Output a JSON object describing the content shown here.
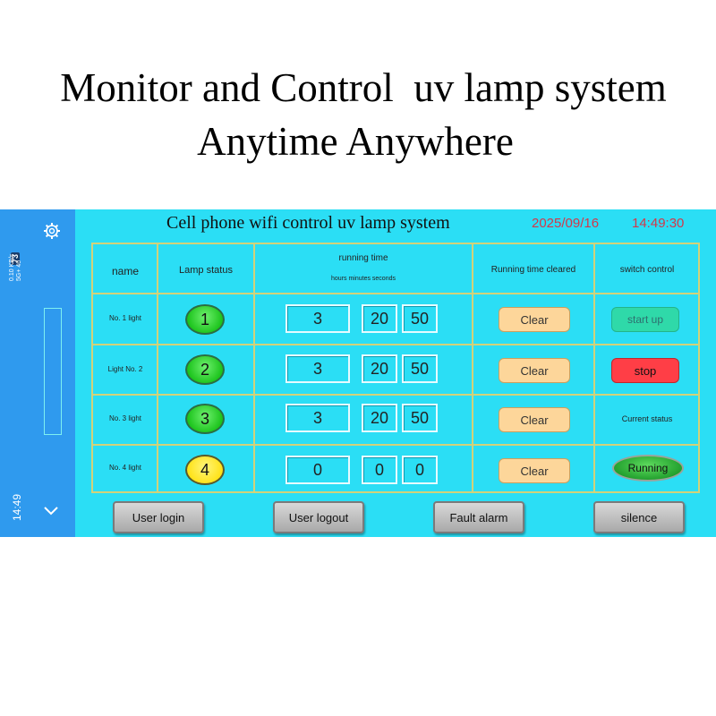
{
  "headline": {
    "line1": "Monitor and Control  uv lamp system",
    "line2": "Anytime Anywhere"
  },
  "statusbar": {
    "battery": "73",
    "network": "0.10 KB/s",
    "network2": "5G+ 46",
    "time": "14:49"
  },
  "app": {
    "title": "Cell phone wifi control uv lamp system",
    "date": "2025/09/16",
    "time": "14:49:30"
  },
  "table": {
    "headers": {
      "name": "name",
      "lamp_status": "Lamp status",
      "running_time": "running time",
      "running_time_units": "hours minutes seconds",
      "cleared": "Running time cleared",
      "switch": "switch control"
    },
    "rows": [
      {
        "name": "No. 1 light",
        "lamp": "1",
        "lamp_color": "green",
        "hours": "3",
        "minutes": "20",
        "seconds": "50",
        "clear": "Clear"
      },
      {
        "name": "Light No. 2",
        "lamp": "2",
        "lamp_color": "green",
        "hours": "3",
        "minutes": "20",
        "seconds": "50",
        "clear": "Clear"
      },
      {
        "name": "No. 3 light",
        "lamp": "3",
        "lamp_color": "green",
        "hours": "3",
        "minutes": "20",
        "seconds": "50",
        "clear": "Clear"
      },
      {
        "name": "No. 4 light",
        "lamp": "4",
        "lamp_color": "yellow",
        "hours": "0",
        "minutes": "0",
        "seconds": "0",
        "clear": "Clear"
      }
    ]
  },
  "switch_control": {
    "start": "start up",
    "stop": "stop",
    "current_status_label": "Current status",
    "current_status": "Running"
  },
  "bottom_buttons": {
    "login": "User login",
    "logout": "User logout",
    "fault": "Fault alarm",
    "silence": "silence"
  },
  "colors": {
    "panel_bg": "#2bdef5",
    "sidebar_bg": "#2f9aee",
    "clock_red": "#d3384a",
    "lamp_green": "#1ec51e",
    "lamp_yellow": "#ffe31a",
    "stop_red": "#ff3e46",
    "start_teal": "#2fd9a9",
    "clear_orange": "#fdd69a"
  }
}
